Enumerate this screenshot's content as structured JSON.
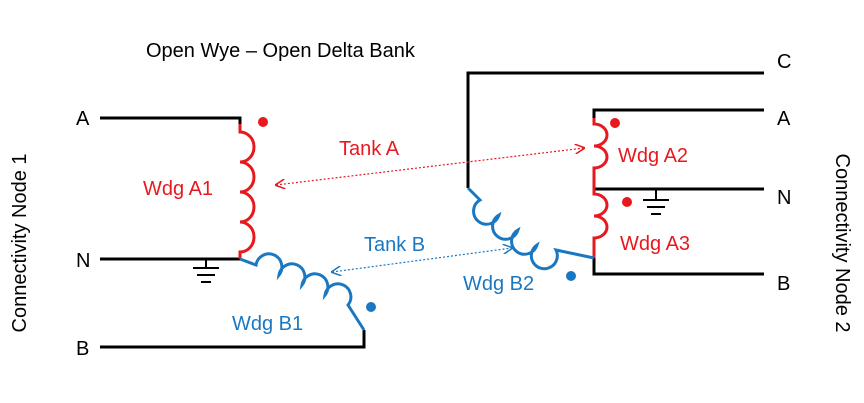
{
  "title": "Open Wye – Open Delta Bank",
  "left_node": "Connectivity Node 1",
  "right_node": "Connectivity Node 2",
  "left_terminals": {
    "a": "A",
    "n": "N",
    "b": "B"
  },
  "right_terminals": {
    "c": "C",
    "a": "A",
    "n": "N",
    "b": "B"
  },
  "windings": {
    "a1": "Wdg A1",
    "b1": "Wdg B1",
    "a2": "Wdg A2",
    "a3": "Wdg A3",
    "b2": "Wdg B2"
  },
  "tanks": {
    "a": "Tank A",
    "b": "Tank B"
  },
  "colors": {
    "red": "#e8191e",
    "blue": "#1a78c2",
    "line": "#000000"
  }
}
